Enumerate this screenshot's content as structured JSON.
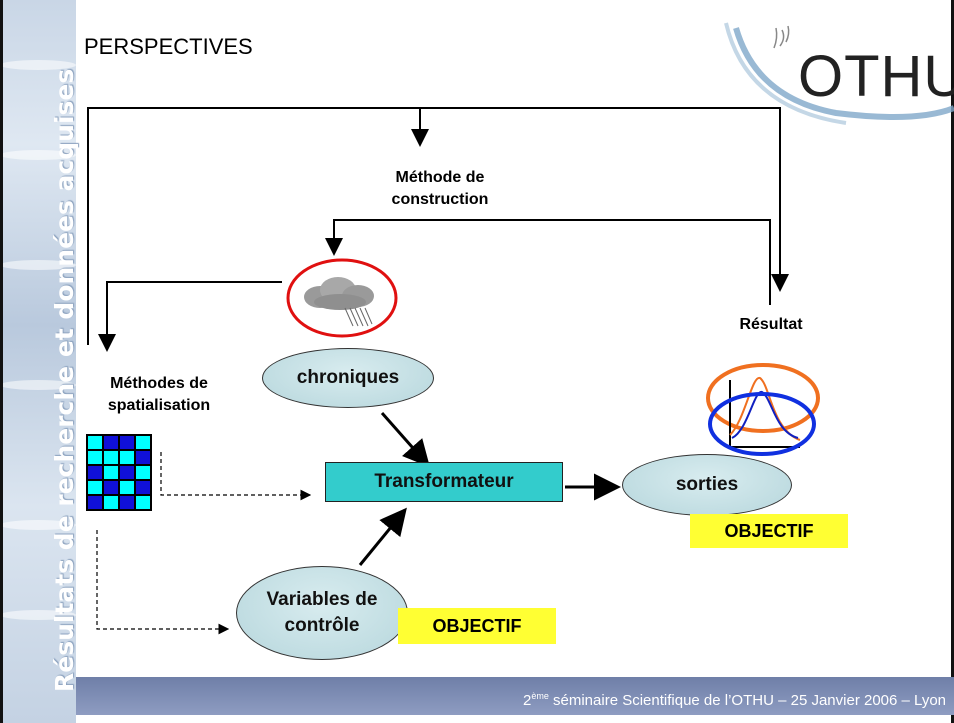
{
  "sidebar": {
    "title": "Résultats de recherche et données acquises"
  },
  "slide": {
    "title": "PERSPECTIVES"
  },
  "logo": {
    "text": "OTHU"
  },
  "diagram": {
    "methode_construction": "Méthode de\nconstruction",
    "resultat": "Résultat",
    "methodes_spatialisation": "Méthodes de\nspatialisation",
    "chroniques": "chroniques",
    "transformateur": "Transformateur",
    "sorties": "sorties",
    "variables_controle": "Variables de\ncontrôle",
    "objectif_sorties": "OBJECTIF",
    "objectif_variables": "OBJECTIF"
  },
  "footer": {
    "superscript": "ème",
    "text_before": "2",
    "text_after": " séminaire Scientifique de l’OTHU – 25 Janvier 2006 – Lyon"
  },
  "colors": {
    "ellipse_fill": "#b6d6dc",
    "transformateur_fill": "#33cccc",
    "objectif_fill": "#ffff33",
    "cloud_ring": "#e01010",
    "output_ring_orange": "#f07020",
    "output_ring_blue": "#1030e0",
    "footer_bg": "#7e8db4"
  }
}
